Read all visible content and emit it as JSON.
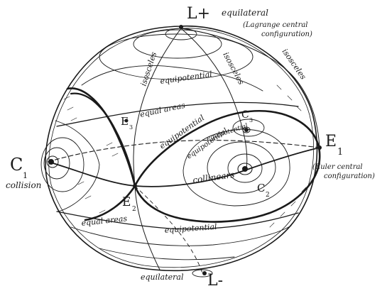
{
  "ink_color": "#1a1a1a",
  "paper_color": "#ffffff",
  "labels": {
    "L_plus": "L+",
    "L_plus_caption": "equilateral",
    "L_plus_note_1": "(Lagrange central",
    "L_plus_note_2": "configuration)",
    "L_minus": "L-",
    "L_minus_caption": "equilateral",
    "C1": "C",
    "C1_sub": "1",
    "C1_caption": "collision",
    "E1": "E",
    "E1_sub": "1",
    "E1_note_1": "(Euler central",
    "E1_note_2": "configuration)",
    "E2": "E",
    "E2_sub": "2",
    "E3": "E",
    "E3_sub": "3",
    "C2": "C",
    "C2_sub": "2",
    "C3": "C",
    "C3_sub": "3"
  },
  "curve_labels": {
    "isosceles_left": "isosceles",
    "isosceles_mid": "isosceles",
    "isosceles_right": "isosceles",
    "equipotential_top": "equipotential",
    "equipotential_mid": "equipotential",
    "equipotential_inner": "equipotential",
    "equipotential_small": "equipotential",
    "equipotential_bottom": "equipotential",
    "equal_areas_top": "equal areas",
    "equal_areas_bottom": "equal areas",
    "collinears": "collinears"
  }
}
